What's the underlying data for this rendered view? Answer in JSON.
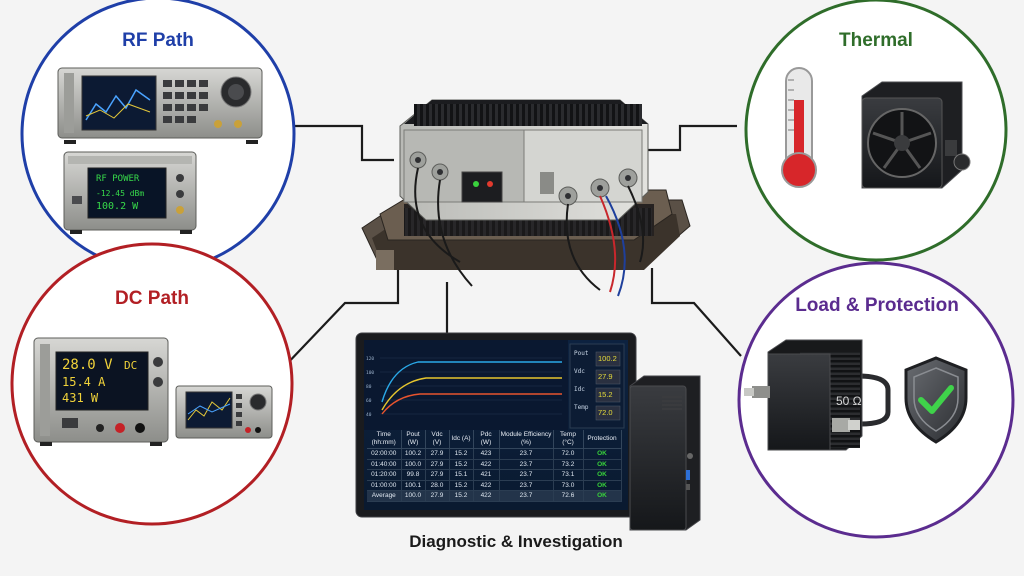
{
  "titles": {
    "rf": "RF Path",
    "thermal": "Thermal",
    "dc": "DC Path",
    "load": "Load & Protection",
    "diag": "Diagnostic & Investigation"
  },
  "colors": {
    "rf": "#1f3fa8",
    "thermal": "#2f6d2a",
    "dc": "#b21f24",
    "load": "#5b2c8f",
    "ok": "#38d23a"
  },
  "rf_meter": {
    "line1": "RF POWER",
    "line2": "-12.45 dBm",
    "line3": "100.2 W"
  },
  "dc_supply": {
    "voltage": "28.0 V",
    "mode": "DC",
    "current": "15.4 A",
    "power": "431 W"
  },
  "load": {
    "label": "50 Ω"
  },
  "monitor": {
    "side": [
      {
        "label": "Pout",
        "value": "100.2"
      },
      {
        "label": "Vdc",
        "value": "27.9"
      },
      {
        "label": "Idc",
        "value": "15.2"
      },
      {
        "label": "Temp",
        "value": "72.0"
      }
    ],
    "table": {
      "headers": [
        "Time (hh:mm)",
        "Pout (W)",
        "Vdc (V)",
        "Idc (A)",
        "Pdc (W)",
        "Module Efficiency (%)",
        "Temp (°C)",
        "Protection"
      ],
      "rows": [
        [
          "02:00:00",
          "100.2",
          "27.9",
          "15.2",
          "423",
          "23.7",
          "72.0",
          "OK"
        ],
        [
          "01:40:00",
          "100.0",
          "27.9",
          "15.2",
          "422",
          "23.7",
          "73.2",
          "OK"
        ],
        [
          "01:20:00",
          "99.8",
          "27.9",
          "15.1",
          "421",
          "23.7",
          "73.1",
          "OK"
        ],
        [
          "01:00:00",
          "100.1",
          "28.0",
          "15.2",
          "422",
          "23.7",
          "73.0",
          "OK"
        ],
        [
          "Average",
          "100.0",
          "27.9",
          "15.2",
          "422",
          "23.7",
          "72.6",
          "OK"
        ]
      ]
    }
  }
}
